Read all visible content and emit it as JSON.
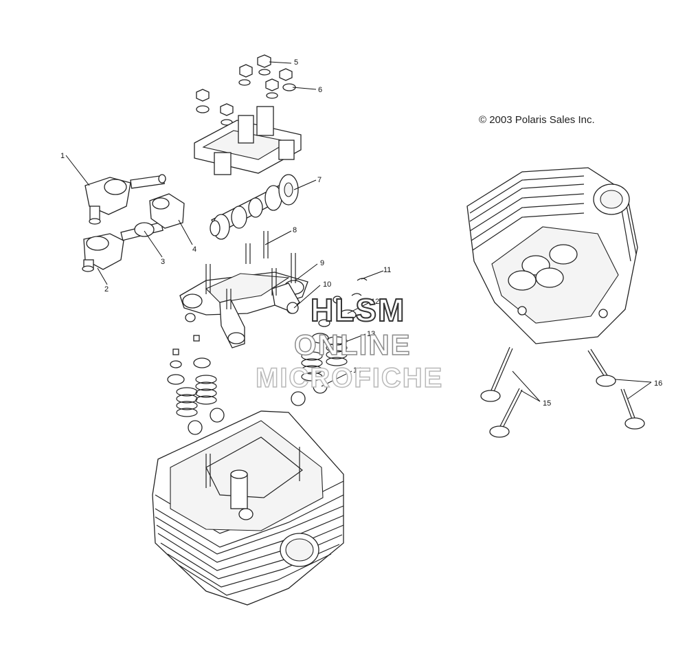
{
  "copyright": "© 2003 Polaris Sales Inc.",
  "watermark": {
    "line1": "HLSM",
    "line2": "ONLINE",
    "line3": "MICROFICHE"
  },
  "callouts": [
    "1",
    "2",
    "3",
    "4",
    "5",
    "6",
    "7",
    "8",
    "9",
    "10",
    "11",
    "12",
    "13",
    "14",
    "15",
    "16"
  ],
  "colors": {
    "ink": "#222222",
    "background": "#ffffff",
    "watermark_gray": "#8a8a8a"
  }
}
